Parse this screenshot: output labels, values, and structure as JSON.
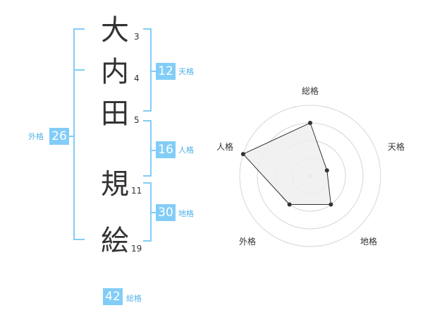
{
  "name": {
    "characters": [
      {
        "char": "大",
        "strokes": "3"
      },
      {
        "char": "内",
        "strokes": "4"
      },
      {
        "char": "田",
        "strokes": "5"
      },
      {
        "char": "規",
        "strokes": "11"
      },
      {
        "char": "絵",
        "strokes": "19"
      }
    ]
  },
  "fortunes": {
    "tenkaku": {
      "value": "12",
      "label": "天格"
    },
    "jinkaku": {
      "value": "16",
      "label": "人格"
    },
    "chikaku": {
      "value": "30",
      "label": "地格"
    },
    "gaikaku": {
      "value": "26",
      "label": "外格"
    },
    "soukaku": {
      "value": "42",
      "label": "総格"
    }
  },
  "colors": {
    "accent": "#82cdf7",
    "accent_text": "#4fb2ea",
    "polygon_fill": "#eeeeee",
    "ring": "#d6d6d6"
  },
  "chart_data": {
    "type": "radar",
    "axes": [
      "総格",
      "天格",
      "地格",
      "外格",
      "人格"
    ],
    "values": [
      3,
      1,
      2,
      2,
      4
    ],
    "max": 4,
    "rings": 4
  }
}
